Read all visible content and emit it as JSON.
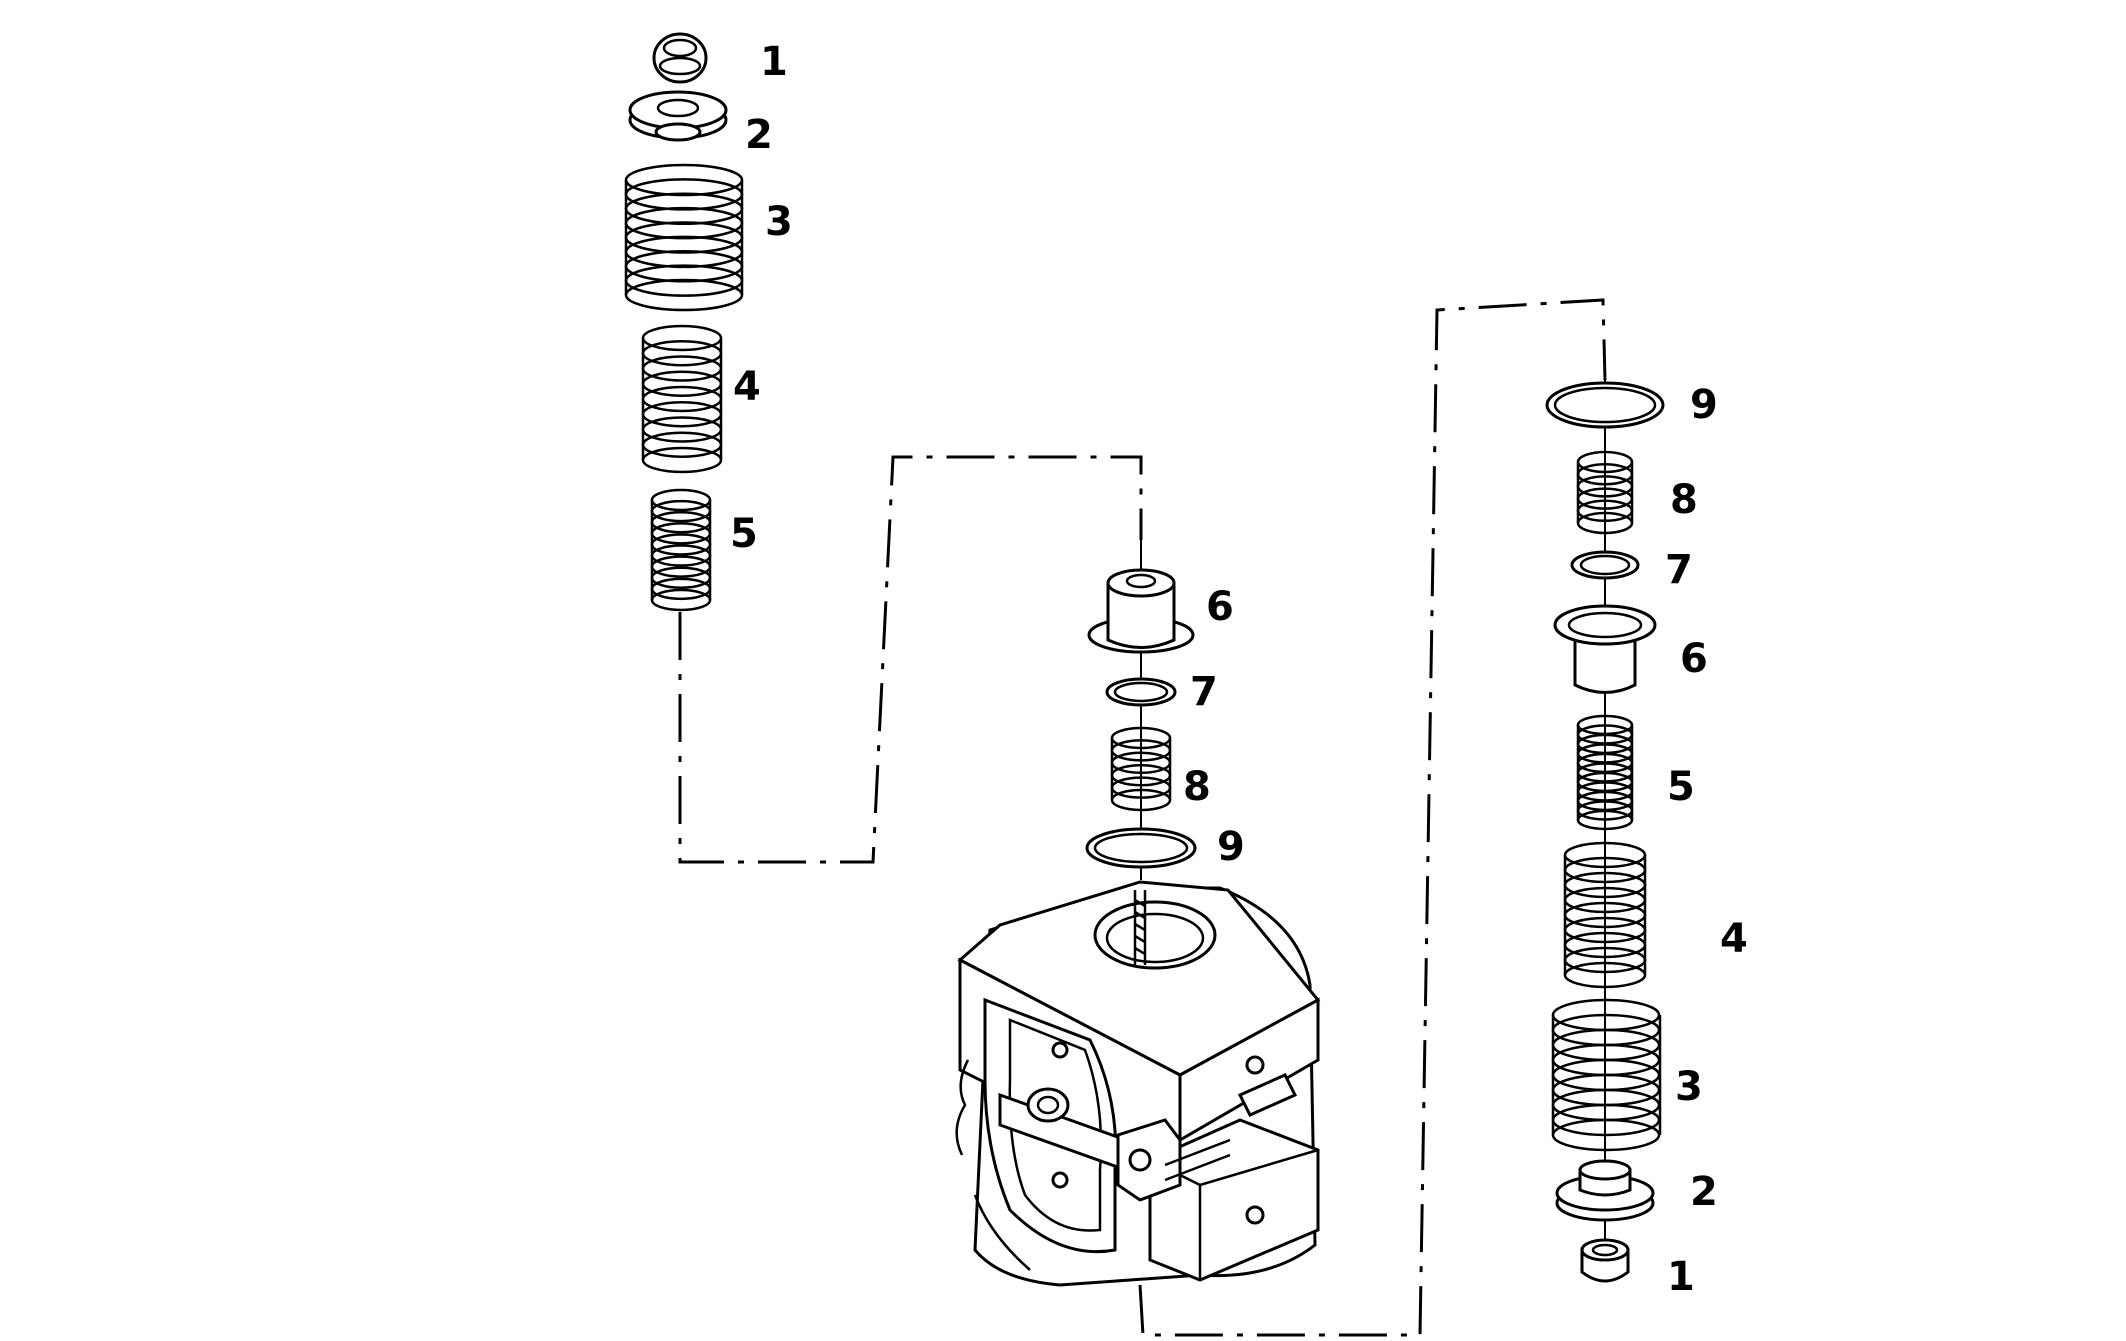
{
  "diagram": {
    "assemblies": [
      {
        "id": "top-left-stack",
        "labels": [
          {
            "num": "1",
            "part": "keeper"
          },
          {
            "num": "2",
            "part": "retainer"
          },
          {
            "num": "3",
            "part": "outer-spring"
          },
          {
            "num": "4",
            "part": "middle-spring"
          },
          {
            "num": "5",
            "part": "inner-spring"
          }
        ]
      },
      {
        "id": "center-stack",
        "labels": [
          {
            "num": "6",
            "part": "seat"
          },
          {
            "num": "7",
            "part": "washer"
          },
          {
            "num": "8",
            "part": "small-spring"
          },
          {
            "num": "9",
            "part": "o-ring"
          }
        ]
      },
      {
        "id": "right-stack",
        "labels": [
          {
            "num": "9",
            "part": "o-ring"
          },
          {
            "num": "8",
            "part": "small-spring"
          },
          {
            "num": "7",
            "part": "washer"
          },
          {
            "num": "6",
            "part": "seat"
          },
          {
            "num": "5",
            "part": "inner-spring"
          },
          {
            "num": "4",
            "part": "middle-spring"
          },
          {
            "num": "3",
            "part": "outer-spring"
          },
          {
            "num": "2",
            "part": "retainer"
          },
          {
            "num": "1",
            "part": "keeper"
          }
        ]
      }
    ],
    "colors": {
      "line": "#000000",
      "background": "#ffffff"
    }
  }
}
